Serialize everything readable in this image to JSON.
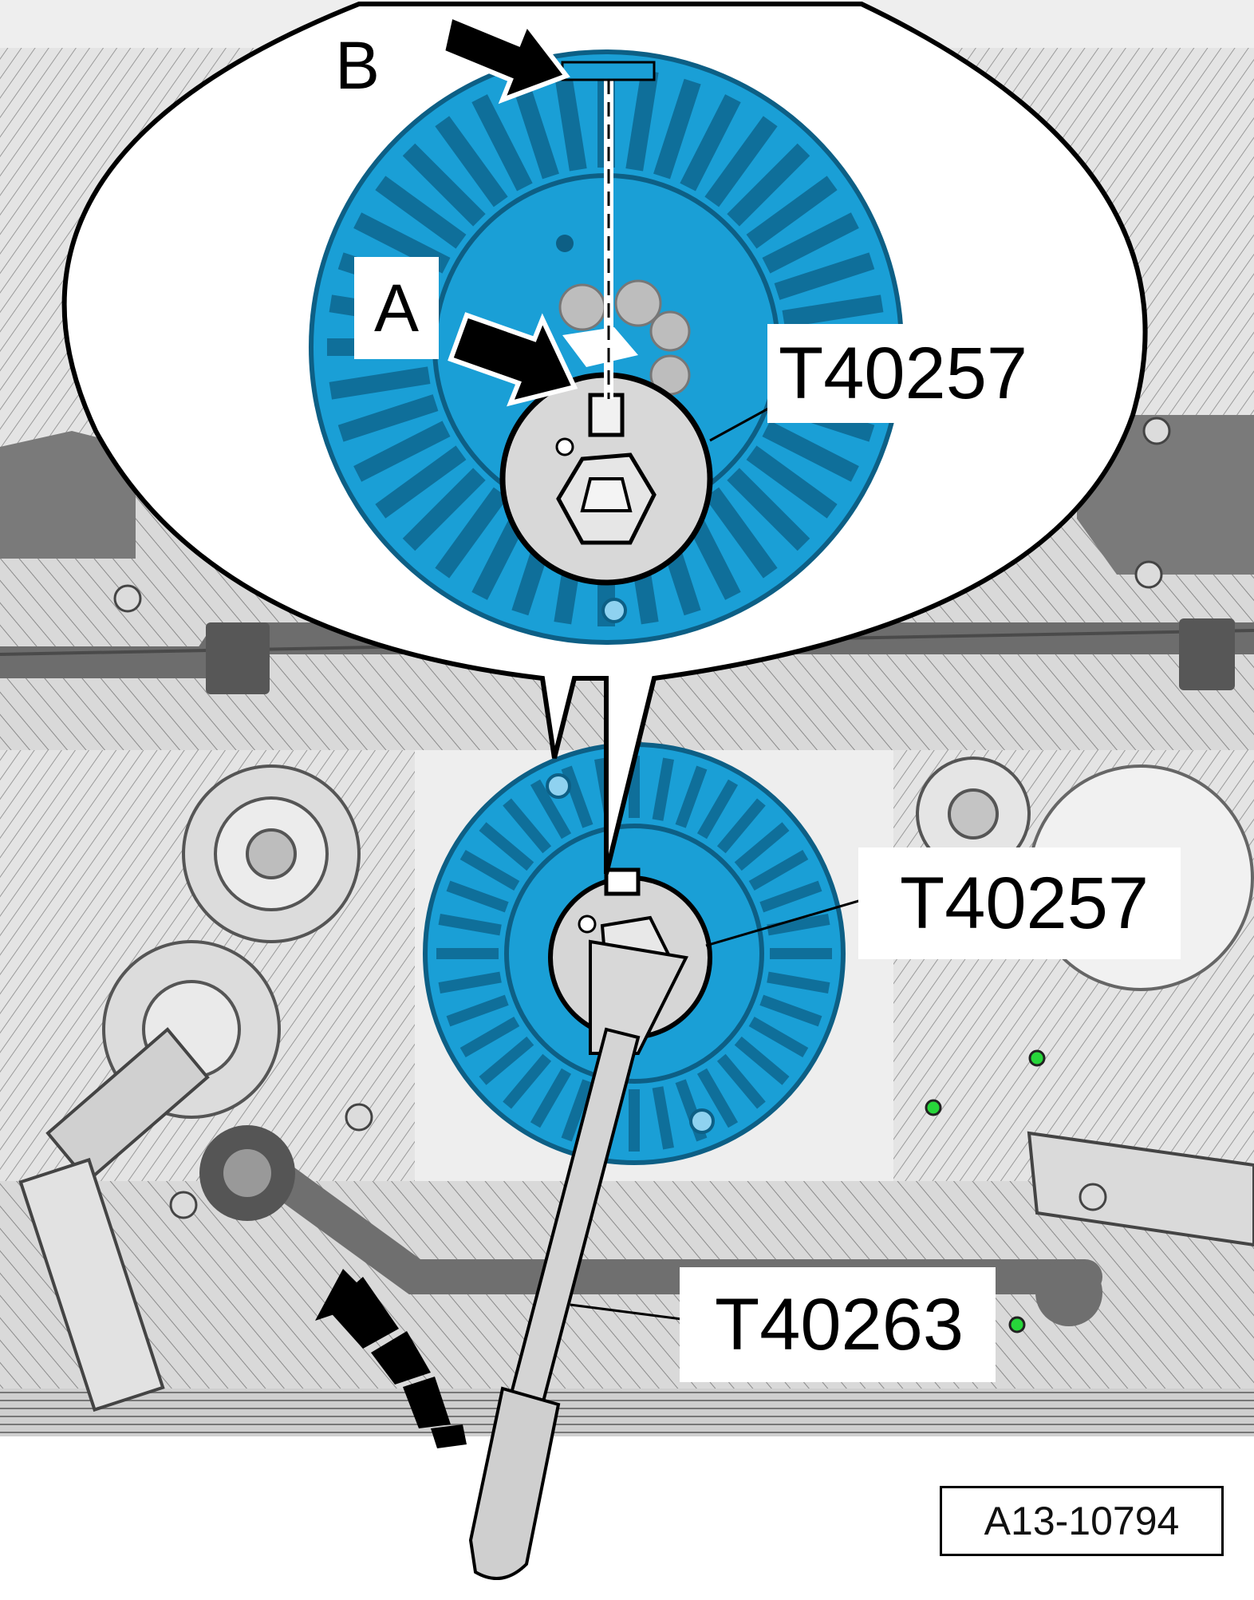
{
  "labels": {
    "point_a": "A",
    "point_b": "B",
    "tool_upper": "T40257",
    "tool_lower": "T40257",
    "tool_wrench": "T40263"
  },
  "figure_number": "A13-10794",
  "colors": {
    "pulley_blue": "#1a9fd6",
    "pulley_dark": "#0f6f9a",
    "engine_gray": "#c8c8c8",
    "engine_line": "#555555",
    "callout_outline": "#000000",
    "bolt_green": "#27d63a"
  },
  "icons": [
    "arrow-icon-a",
    "arrow-icon-b",
    "rotation-arrow-icon"
  ]
}
